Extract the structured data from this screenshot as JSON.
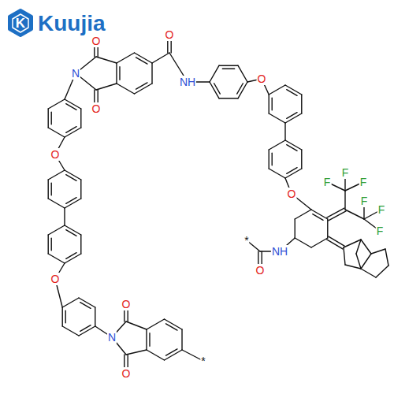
{
  "diagram": {
    "labels": [
      "K",
      "Kuujia",
      "O",
      "N",
      "O",
      "O",
      "NH",
      "O",
      "O",
      "F",
      "F",
      "F",
      "F",
      "F",
      "F",
      "NH",
      "*",
      "O",
      "O",
      "O",
      "N",
      "O",
      "O",
      "*"
    ]
  }
}
